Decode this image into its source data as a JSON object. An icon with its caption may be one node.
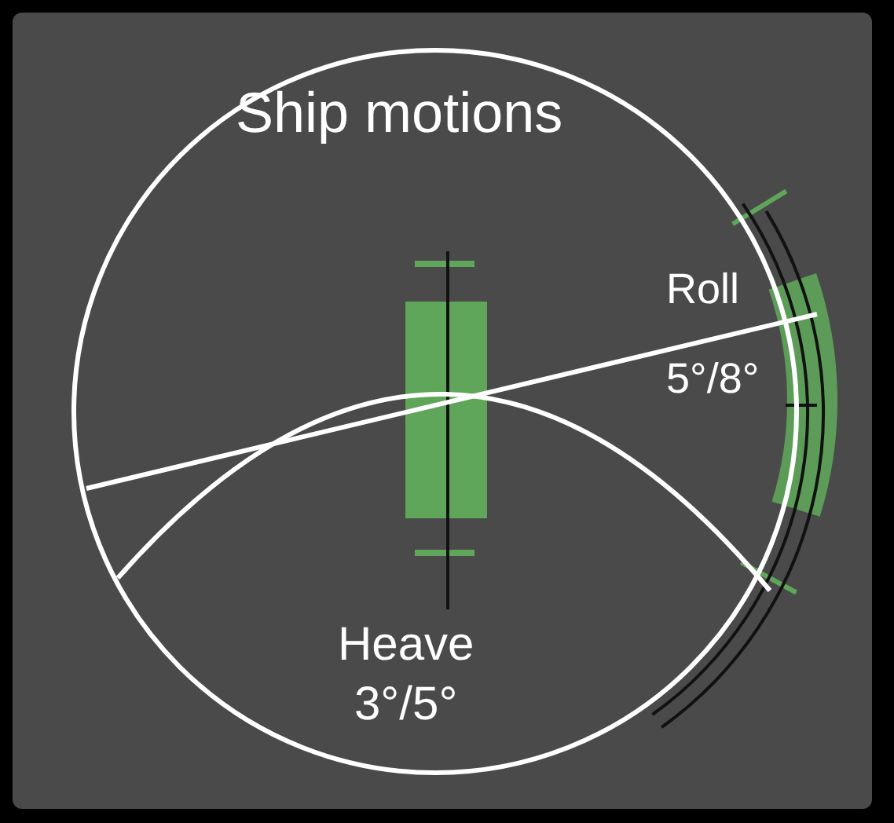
{
  "diagram": {
    "title": "Ship motions",
    "labels": [
      "Roll 5°/8°",
      "Heave 3°/5°"
    ]
  }
}
